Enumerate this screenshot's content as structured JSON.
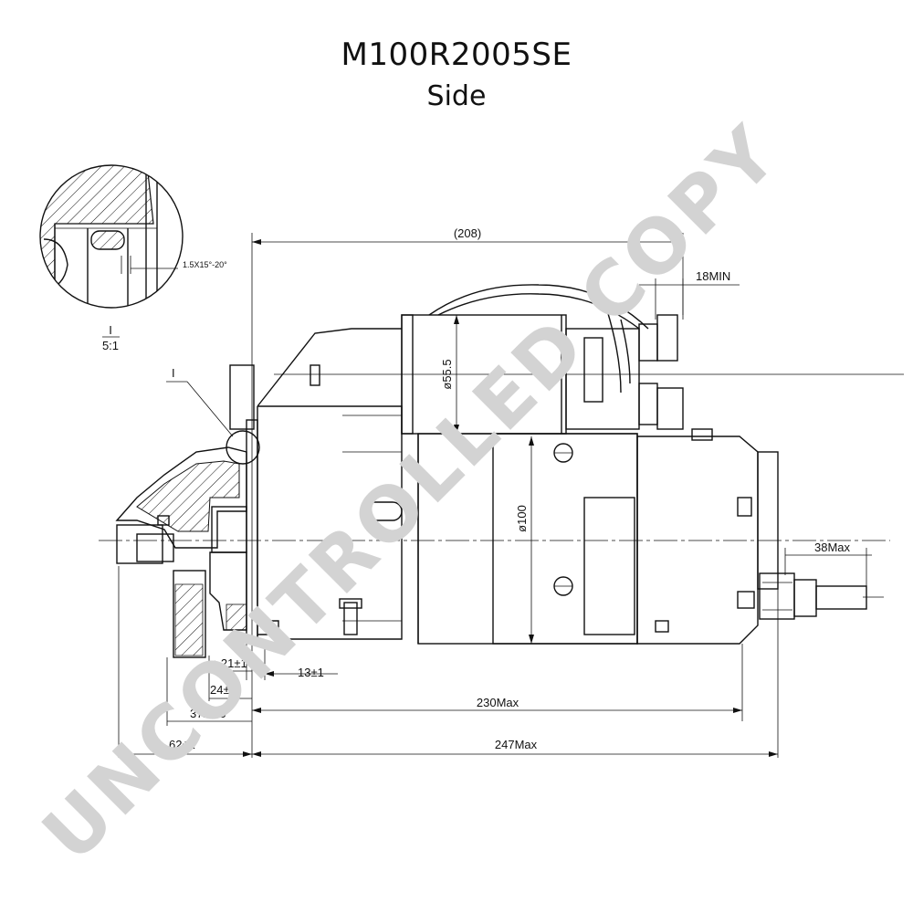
{
  "drawing": {
    "part_number": "M100R2005SE",
    "view": "Side"
  },
  "watermark": {
    "text": "UNCONTROLLED COPY",
    "color": "#d3d3d3"
  },
  "detail": {
    "label": "I",
    "scale": "5:1",
    "chamfer_note": "1.5X15°-20°"
  },
  "dimensions": {
    "overall_length_ref": "(208)",
    "terminal_clearance": "18MIN",
    "solenoid_diameter": "ø55.5",
    "body_diameter": "ø100",
    "stud_projection": "38Max",
    "pinion_offset": "▲21±1",
    "flange_offset": "13±1",
    "pinion_face": "24±1",
    "pinion_depth": "37±1.5",
    "nose_length": "62±1",
    "body_length": "230Max",
    "total_length": "247Max"
  }
}
